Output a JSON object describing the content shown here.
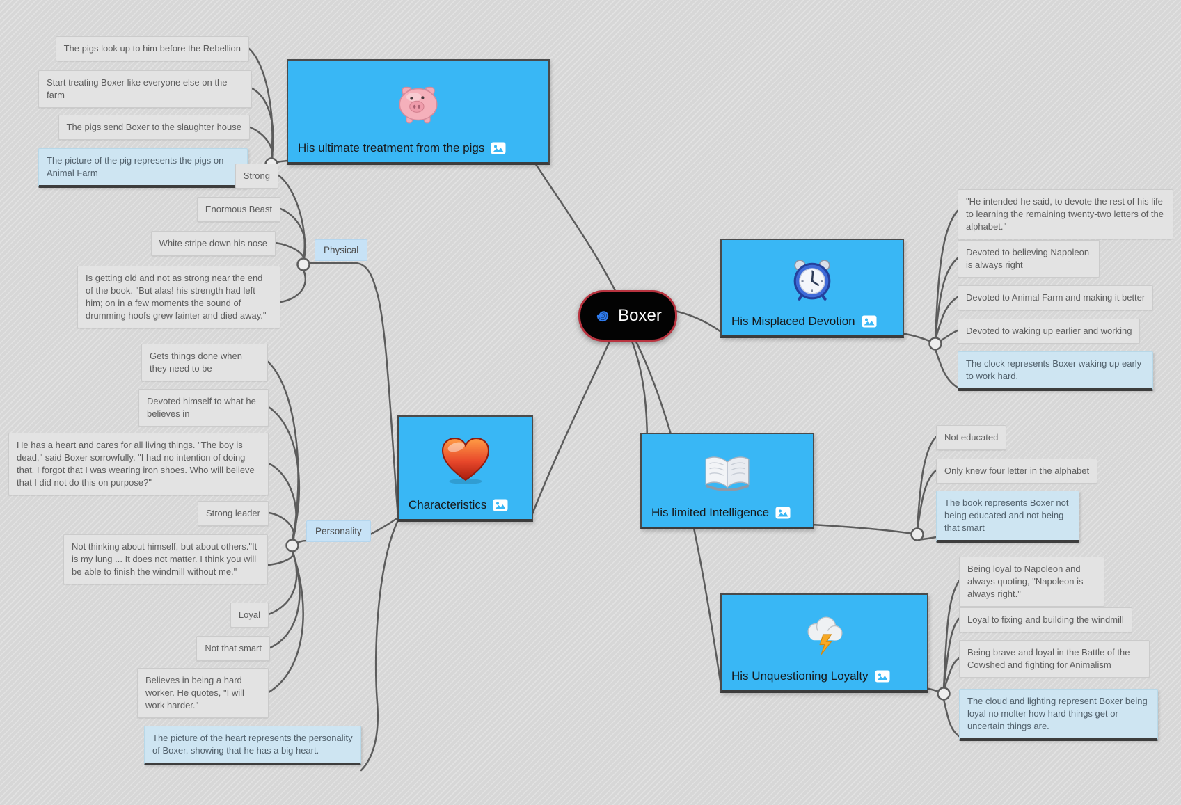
{
  "app": {
    "background": "#dadada",
    "branch_color": "#5c5c5c",
    "section_color": "#39b7f5",
    "highlight_color": "#cee5f2",
    "icons": {
      "root": "coggle-spiral-icon",
      "pigs": "pig-icon",
      "characteristics": "heart-icon",
      "devotion": "alarm-clock-icon",
      "intelligence": "open-book-icon",
      "loyalty": "storm-cloud-icon",
      "section_badge": "image-badge-icon"
    }
  },
  "root": {
    "label": "Boxer"
  },
  "branches": {
    "pigs": {
      "title": "His ultimate treatment from the pigs",
      "children": [
        "The pigs look up to him before the Rebellion",
        "Start treating Boxer like everyone else on the farm",
        "The pigs send Boxer to the slaughter house",
        "The picture of the pig represents the pigs on Animal Farm"
      ]
    },
    "characteristics": {
      "title": "Characteristics",
      "physical": {
        "label": "Physical",
        "children": [
          "Strong",
          "Enormous Beast",
          "White stripe down his nose",
          "Is getting old and not as strong near the end of the book. \"But alas! his strength had left him; on in a few moments the sound of drumming hoofs grew fainter and died away.\""
        ]
      },
      "personality": {
        "label": "Personality",
        "children": [
          "Gets things done when they need to be",
          "Devoted himself to what he believes in",
          "He has a heart and cares for all living things. \"The boy is dead,\" said Boxer sorrowfully. \"I had no intention of doing that. I forgot that I was wearing iron shoes. Who will believe that I did not do this on purpose?\"",
          "Strong leader",
          "Not thinking about himself, but about others.\"It is my lung ... It does not matter. I think you will be able to finish the windmill without me.\"",
          "Loyal",
          "Not that smart",
          "Believes in being a hard worker. He quotes, \"I will work harder.\"",
          "The picture of the heart represents the personality of Boxer, showing that he has a big heart."
        ]
      }
    },
    "devotion": {
      "title": "His Misplaced Devotion",
      "children": [
        "\"He intended he said, to devote the rest of his life to learning the remaining twenty-two letters of the alphabet.\"",
        "Devoted to believing Napoleon is always right",
        "Devoted to Animal Farm and making it better",
        "Devoted to waking up earlier and working",
        "The clock represents Boxer waking up early to work hard."
      ]
    },
    "intelligence": {
      "title": "His limited Intelligence",
      "children": [
        "Not educated",
        "Only knew four letter in the alphabet",
        "The book represents Boxer not being educated and not being that smart"
      ]
    },
    "loyalty": {
      "title": "His Unquestioning Loyalty",
      "children": [
        "Being loyal to Napoleon and always quoting, \"Napoleon is always right.\"",
        "Loyal to fixing and building the windmill",
        "Being brave and loyal in the Battle of the Cowshed and fighting for Animalism",
        "The cloud and lighting represent Boxer being loyal no molter how hard things get or uncertain things are."
      ]
    }
  }
}
